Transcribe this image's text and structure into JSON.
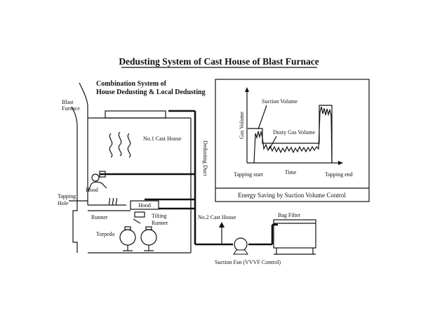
{
  "title": "Dedusting System of Cast House of Blast Furnace",
  "subtitle": {
    "line1": "Combination System of",
    "line2": "House Dedusting & Local Dedusting"
  },
  "labels": {
    "blast_furnace_1": "Blast",
    "blast_furnace_2": "Furnace",
    "no1_cast_house": "No.1 Cast House",
    "hood_upper": "Hood",
    "hood_lower": "Hood",
    "tapping_hole_1": "Tapping",
    "tapping_hole_2": "Hole",
    "runner": "Runner",
    "tilting_runner_1": "Tilting",
    "tilting_runner_2": "Runner",
    "torpedo": "Torpedo",
    "dedusting_duct": "Dedusting Duct",
    "no2_cast_house": "No.2 Cast House",
    "bag_filter": "Bag Filter",
    "suction_fan": "Suction Fan (VVVF Control)"
  },
  "chart": {
    "ylabel": "Gas Volume",
    "suction_volume_label": "Suction Volume",
    "dusty_gas_label": "Dusty Gas Volume",
    "xlabel": "Time",
    "tapping_start": "Tapping start",
    "tapping_end": "Tapping end",
    "caption": "Energy Saving by Suction Volume Control"
  }
}
